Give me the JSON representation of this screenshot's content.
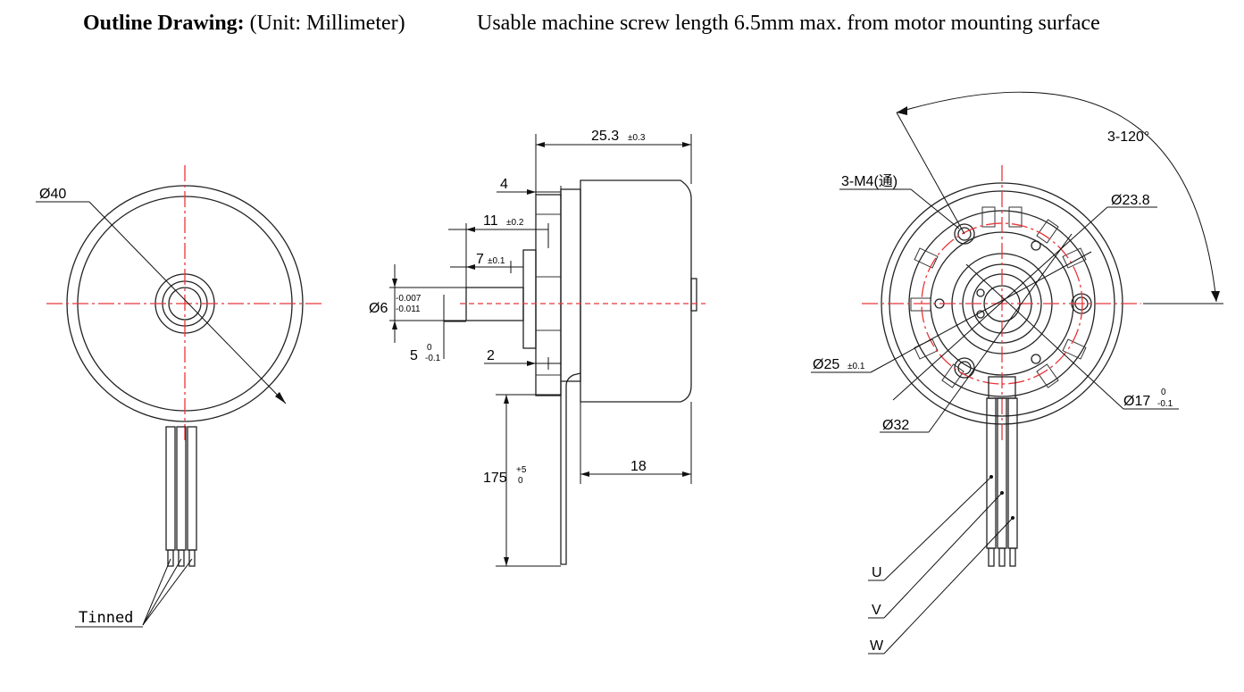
{
  "header": {
    "title_bold": "Outline Drawing:",
    "title_unit": "(Unit: Millimeter)",
    "note": "Usable machine screw length 6.5mm max. from motor mounting surface"
  },
  "front_view": {
    "diameter": "Ø40",
    "wire_finish": "Tinned"
  },
  "side_view": {
    "overall_length": "25.3",
    "overall_length_tol": "±0.3",
    "dim_4": "4",
    "dim_11": "11",
    "dim_11_tol": "±0.2",
    "dim_7": "7",
    "dim_7_tol": "±0.1",
    "shaft_dia": "Ø6",
    "shaft_dia_tol_upper": "-0.007",
    "shaft_dia_tol_lower": "-0.011",
    "dim_5": "5",
    "dim_5_tol_upper": "0",
    "dim_5_tol_lower": "-0.1",
    "dim_2": "2",
    "lead_length": "175",
    "lead_length_tol_upper": "+5",
    "lead_length_tol_lower": "0",
    "dim_18": "18"
  },
  "rear_view": {
    "angle": "3-120°",
    "thread": "3-M4(通)",
    "dia_23_8": "Ø23.8",
    "dia_25": "Ø25",
    "dia_25_tol": "±0.1",
    "dia_17": "Ø17",
    "dia_17_tol_upper": "0",
    "dia_17_tol_lower": "-0.1",
    "dia_32": "Ø32",
    "wires": [
      "U",
      "V",
      "W"
    ]
  }
}
